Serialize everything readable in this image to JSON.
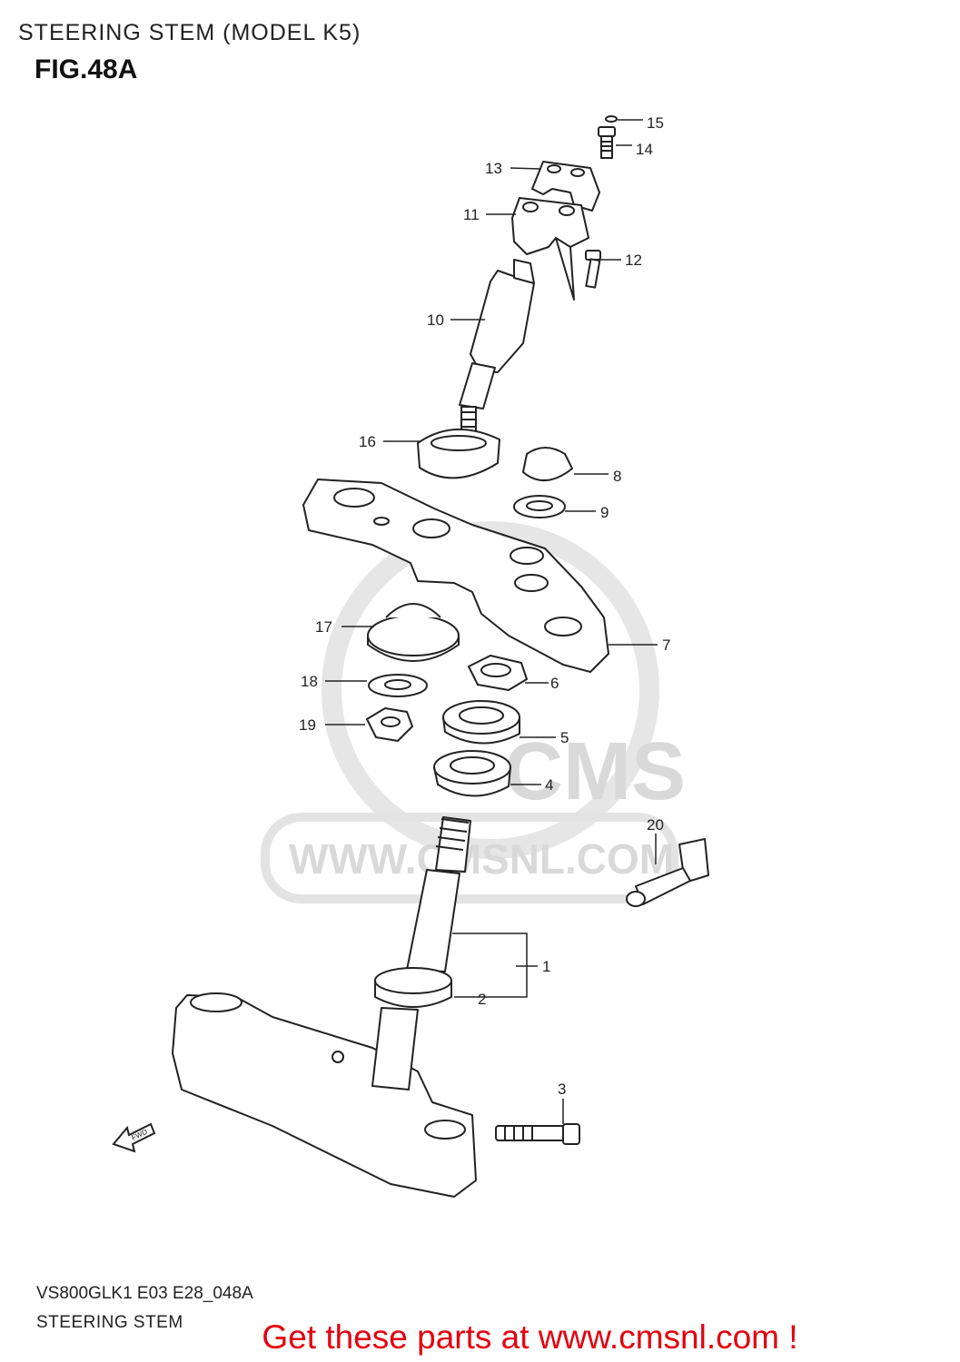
{
  "header": {
    "title": "STEERING STEM (MODEL K5)",
    "fig": "FIG.48A"
  },
  "watermark": {
    "url": "WWW.CMSNL.COM",
    "brand": "CMS"
  },
  "fwd_label": "FWD",
  "callouts": {
    "c1": "1",
    "c2": "2",
    "c3": "3",
    "c4": "4",
    "c5": "5",
    "c6": "6",
    "c7": "7",
    "c8": "8",
    "c9": "9",
    "c10": "10",
    "c11": "11",
    "c12": "12",
    "c13": "13",
    "c14": "14",
    "c15": "15",
    "c16": "16",
    "c17": "17",
    "c18": "18",
    "c19": "19",
    "c20": "20"
  },
  "footer": {
    "code": "VS800GLK1 E03 E28_048A",
    "subtitle": "STEERING STEM",
    "cta": "Get these parts at www.cmsnl.com !"
  }
}
